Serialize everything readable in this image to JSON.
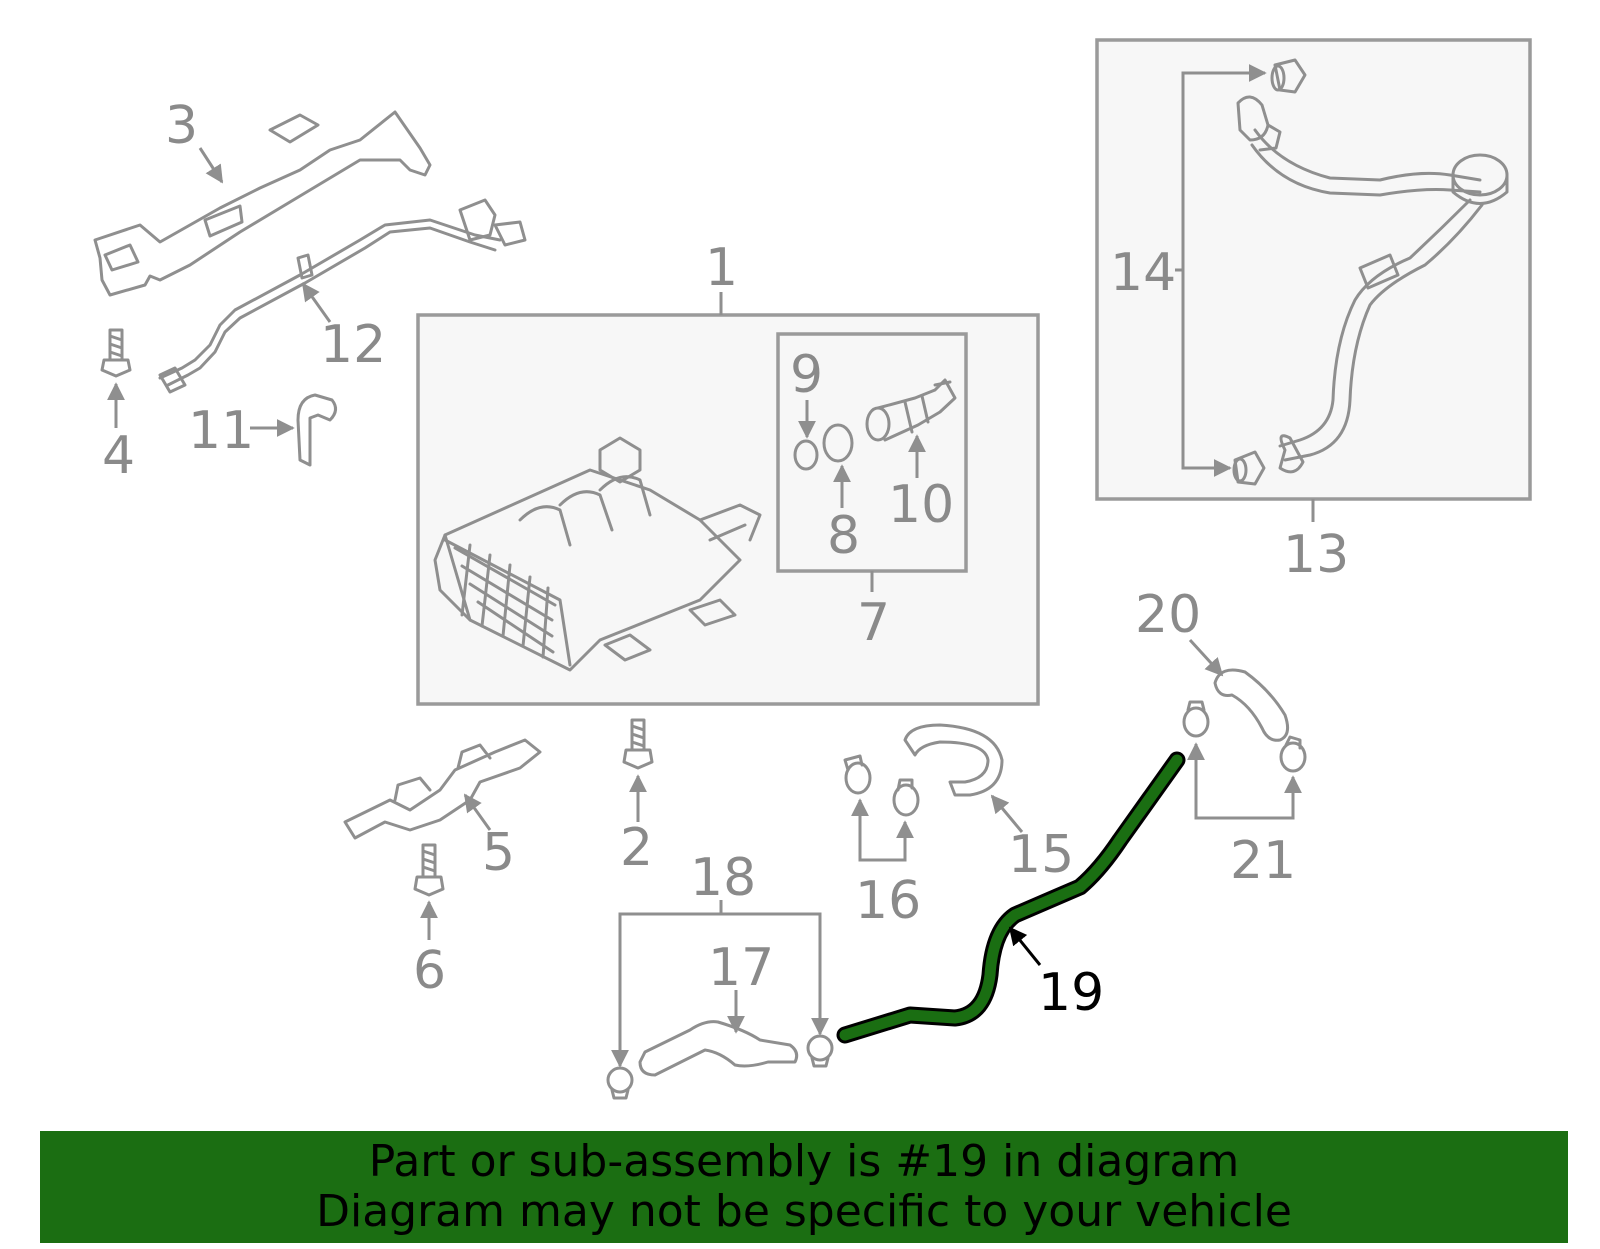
{
  "colors": {
    "highlight": "#1a6e12",
    "banner_bg": "#1b6e12",
    "part_line": "#8f8f8f",
    "label_gray": "#8a8a8a"
  },
  "highlighted_part": "19",
  "callouts": {
    "c1": "1",
    "c2": "2",
    "c3": "3",
    "c4": "4",
    "c5": "5",
    "c6": "6",
    "c7": "7",
    "c8": "8",
    "c9": "9",
    "c10": "10",
    "c11": "11",
    "c12": "12",
    "c13": "13",
    "c14": "14",
    "c15": "15",
    "c16": "16",
    "c17": "17",
    "c18": "18",
    "c19": "19",
    "c20": "20",
    "c21": "21"
  },
  "banner": {
    "line1": "Part or sub-assembly is #19 in diagram",
    "line2": "Diagram may not be specific to your vehicle"
  }
}
